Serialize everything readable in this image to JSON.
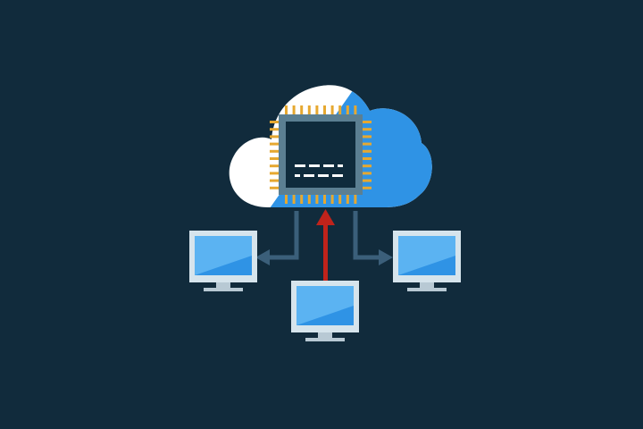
{
  "scene": {
    "background_color": "#112b3c",
    "cloud": {
      "icon": "cloud-icon",
      "light_color": "#ffffff",
      "dark_color": "#2f93e5"
    },
    "chip": {
      "icon": "processor-chip-icon",
      "body_color": "#0f2b3c",
      "frame_color": "#5b7f92",
      "pin_color": "#e6a830",
      "dash_color": "#ffffff"
    },
    "monitors": [
      {
        "id": "left",
        "icon": "monitor-icon"
      },
      {
        "id": "center",
        "icon": "monitor-icon"
      },
      {
        "id": "right",
        "icon": "monitor-icon"
      }
    ],
    "monitor_colors": {
      "frame": "#d6e4ec",
      "screen": "#2f93e5",
      "screen_highlight": "#5bb3f2",
      "stand": "#b8c9d4"
    },
    "arrows": {
      "upload_color": "#c0231b",
      "download_color": "#3b5f7a",
      "upload_icon": "arrow-up-icon",
      "download_left_icon": "arrow-left-icon",
      "download_right_icon": "arrow-right-icon"
    }
  }
}
